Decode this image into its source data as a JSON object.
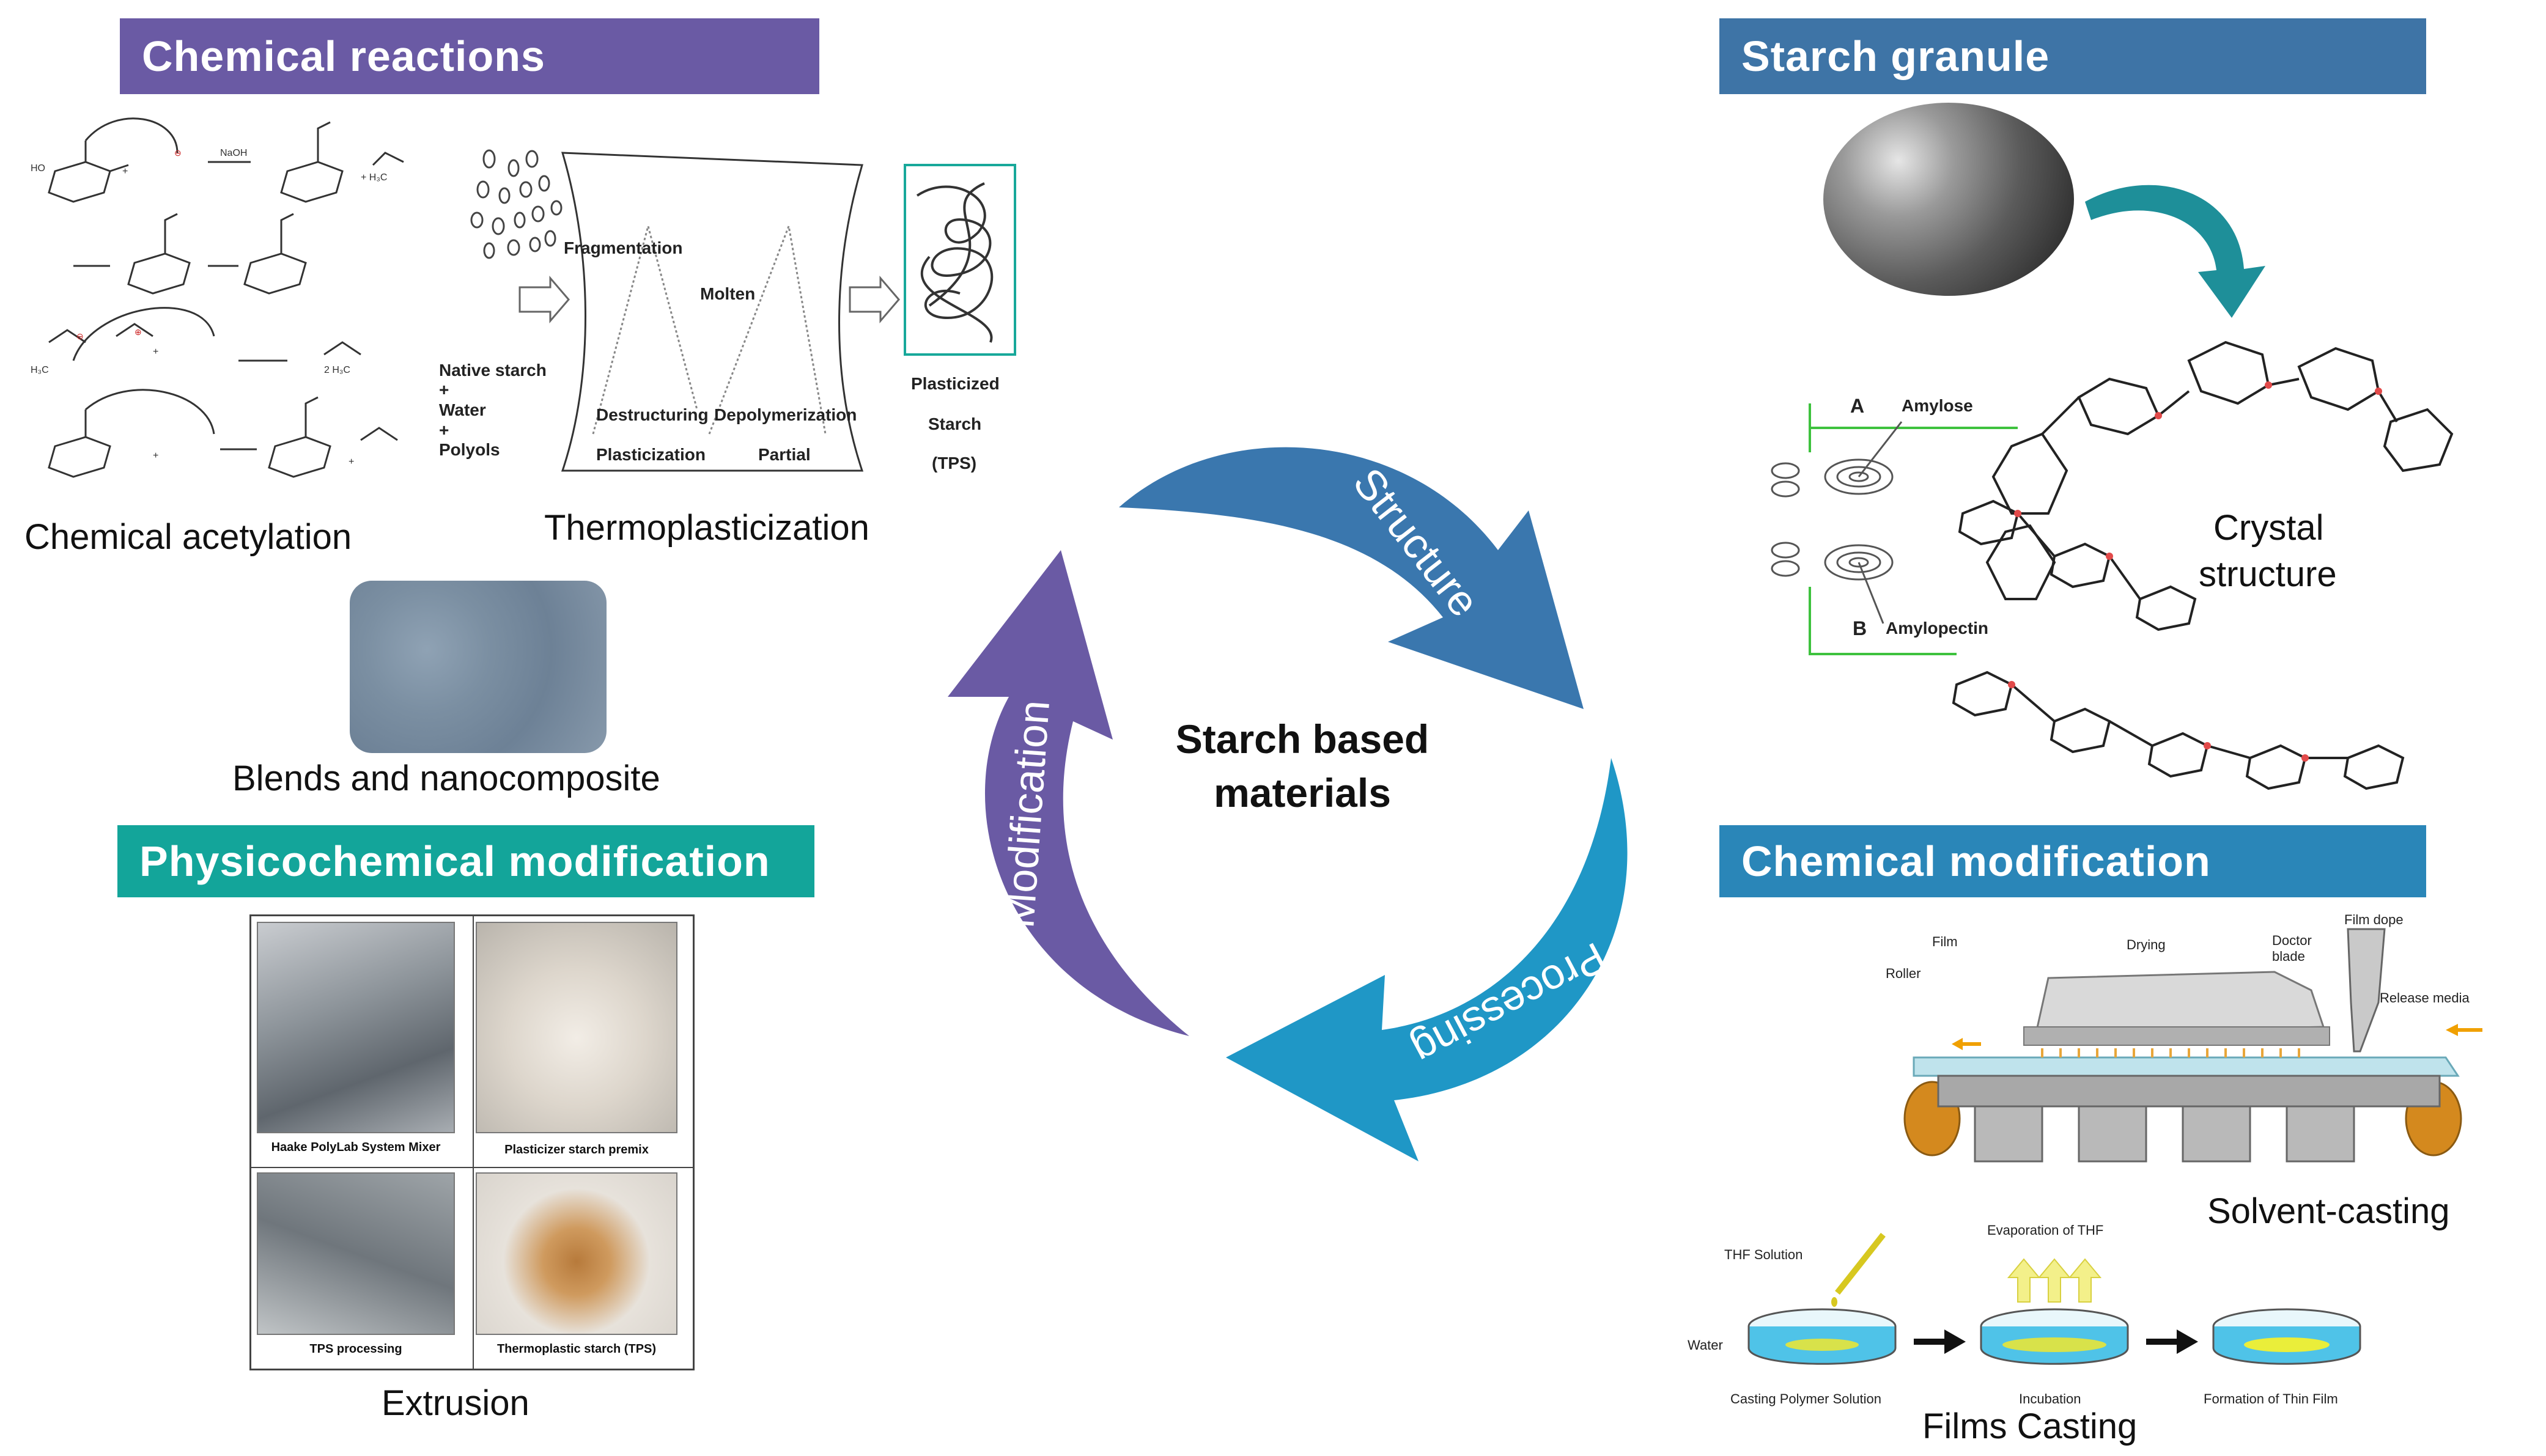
{
  "headers": {
    "chemical_reactions": "Chemical reactions",
    "starch_granule": "Starch granule",
    "physicochemical_modification": "Physicochemical modification",
    "chemical_modification": "Chemical modification"
  },
  "center": {
    "line1": "Starch based",
    "line2": "materials",
    "arrow_structure": "Structure",
    "arrow_processing": "Processing",
    "arrow_modification": "Modification"
  },
  "captions": {
    "chemical_acetylation": "Chemical acetylation",
    "thermoplasticization": "Thermoplasticization",
    "blends": "Blends and nanocomposite",
    "extrusion": "Extrusion",
    "crystal_structure_line1": "Crystal",
    "crystal_structure_line2": "structure",
    "solvent_casting": "Solvent-casting",
    "films_casting": "Films Casting"
  },
  "thermo": {
    "native_starch": "Native starch",
    "water": "Water",
    "polyols": "Polyols",
    "plus": "+",
    "fragmentation": "Fragmentation",
    "molten": "Molten",
    "destructuring": "Destructuring",
    "depolymerization": "Depolymerization",
    "plasticization": "Plasticization",
    "partial": "Partial",
    "plasticized": "Plasticized",
    "starch": "Starch",
    "tps": "(TPS)"
  },
  "granule": {
    "label_a": "A",
    "amylose": "Amylose",
    "label_b": "B",
    "amylopectin": "Amylopectin"
  },
  "extrusion_photos": [
    "Haake PolyLab System Mixer",
    "Plasticizer starch premix",
    "TPS processing",
    "Thermoplastic starch (TPS)"
  ],
  "solvent": {
    "film": "Film",
    "drying": "Drying",
    "doctor_blade_1": "Doctor",
    "doctor_blade_2": "blade",
    "film_dope": "Film dope",
    "roller": "Roller",
    "release_media": "Release media"
  },
  "films": {
    "thf_solution": "THF Solution",
    "evaporation": "Evaporation of THF",
    "water": "Water",
    "casting": "Casting Polymer Solution",
    "incubation": "Incubation",
    "formation": "Formation of Thin Film"
  },
  "colors": {
    "purple": "#6a5aa4",
    "blue": "#3e74a6",
    "teal": "#13a59a",
    "chem_mod_blue": "#2a86b8",
    "arrow_structure": "#3a77ae",
    "arrow_processing": "#1f97c6",
    "arrow_modification": "#6a5aa4"
  }
}
